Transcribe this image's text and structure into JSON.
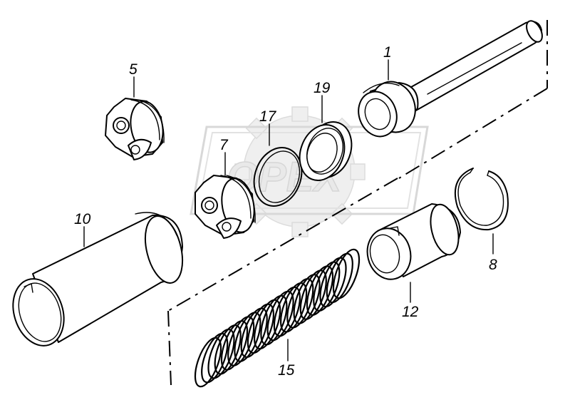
{
  "watermark": {
    "text": "OPEX"
  },
  "parts": [
    {
      "id": "1",
      "label": "1"
    },
    {
      "id": "5",
      "label": "5"
    },
    {
      "id": "7",
      "label": "7"
    },
    {
      "id": "8",
      "label": "8"
    },
    {
      "id": "10",
      "label": "10"
    },
    {
      "id": "12",
      "label": "12"
    },
    {
      "id": "15",
      "label": "15"
    },
    {
      "id": "17",
      "label": "17"
    },
    {
      "id": "19",
      "label": "19"
    }
  ]
}
